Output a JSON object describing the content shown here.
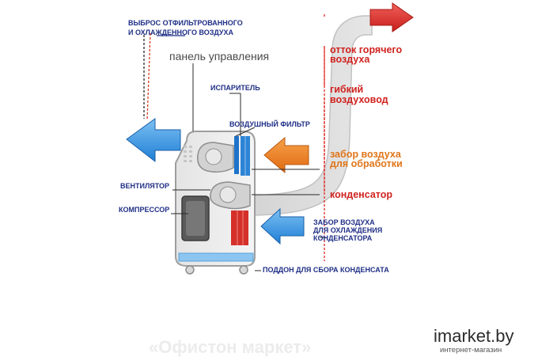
{
  "labels": {
    "exhaust_filtered_line1": "ВЫБРОС ОТФИЛЬТРОВАННОГО",
    "exhaust_filtered_line2": "И ОХЛАЖДЕННОГО ВОЗДУХА",
    "control_panel": "панель управления",
    "evaporator": "ИСПАРИТЕЛЬ",
    "air_filter": "ВОЗДУШНЫЙ ФИЛЬТР",
    "fan": "ВЕНТИЛЯТОР",
    "compressor": "КОМПРЕССОР",
    "hot_air_out_line1": "отток горячего",
    "hot_air_out_line2": "воздуха",
    "flexible_duct_line1": "гибкий",
    "flexible_duct_line2": "воздуховод",
    "intake_processing_line1": "забор воздуха",
    "intake_processing_line2": "для обработки",
    "condenser": "конденсатор",
    "intake_cooling_line1": "ЗАБОР ВОЗДУХА",
    "intake_cooling_line2": "ДЛЯ ОХЛАЖДЕНИЯ",
    "intake_cooling_line3": "КОНДЕНСАТОРА",
    "drain_tray": "ПОДДОН ДЛЯ СБОРА КОНДЕНСАТА"
  },
  "watermark": {
    "shop": "«Офистон маркет»",
    "logo": "imarket.by",
    "logo_sub": "интернет-магазин"
  },
  "colors": {
    "blue_label": "#1f2f86",
    "red_label": "#d0231f",
    "orange_label": "#e0761a",
    "blue_arrow": "#1f7fd6",
    "red_arrow": "#d42a24",
    "orange_arrow": "#e6801f"
  }
}
